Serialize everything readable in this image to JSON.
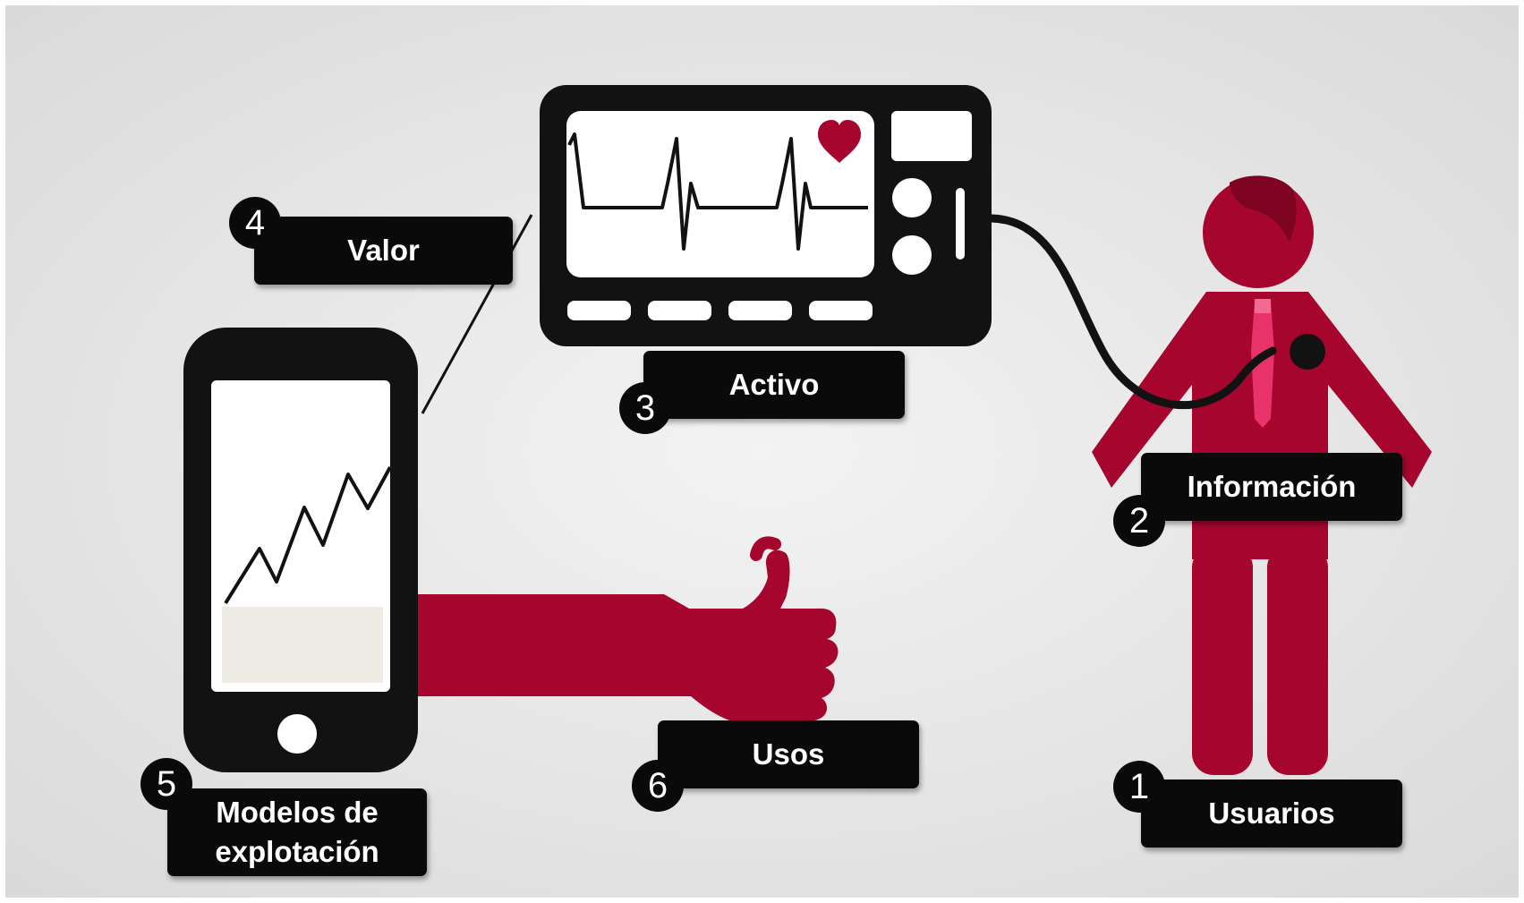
{
  "labels": {
    "usuarios": {
      "number": "1",
      "text": "Usuarios"
    },
    "informacion": {
      "number": "2",
      "text": "Información"
    },
    "activo": {
      "number": "3",
      "text": "Activo"
    },
    "valor": {
      "number": "4",
      "text": "Valor"
    },
    "modelos": {
      "number": "5",
      "text_line1": "Modelos de",
      "text_line2": "explotación"
    },
    "usos": {
      "number": "6",
      "text": "Usos"
    }
  },
  "colors": {
    "background": "#e6e6e6",
    "figure_red": "#a6052e",
    "tie_pink": "#e8336a",
    "device_black": "#121212",
    "screen_white": "#ffffff",
    "heart_red": "#a6052e"
  },
  "icons": [
    "person-figure",
    "monitor-device",
    "smartphone-device",
    "thumbs-up-hand",
    "heart-icon",
    "stethoscope-cable"
  ]
}
